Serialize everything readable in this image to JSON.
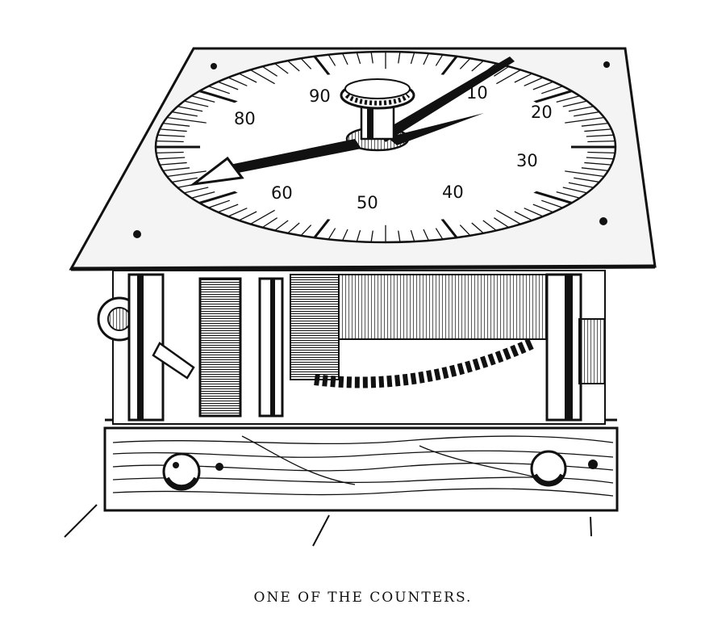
{
  "caption": "ONE OF THE COUNTERS.",
  "dial": {
    "labels": [
      "10",
      "20",
      "30",
      "40",
      "50",
      "60",
      "80",
      "90"
    ]
  },
  "colors": {
    "ink": "#111111",
    "paper": "#ffffff",
    "plate": "#f4f4f4"
  }
}
